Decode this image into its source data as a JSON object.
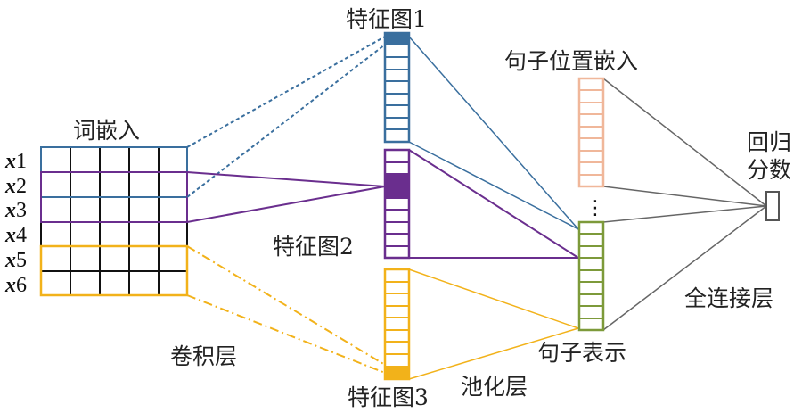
{
  "labels": {
    "word_embedding": "词嵌入",
    "feature_map_1": "特征图1",
    "feature_map_2": "特征图2",
    "feature_map_3": "特征图3",
    "sentence_position_embedding": "句子位置嵌入",
    "regression_score_line1": "回归",
    "regression_score_line2": "分数",
    "conv_layer": "卷积层",
    "pooling_layer": "池化层",
    "sentence_repr": "句子表示",
    "fc_layer": "全连接层",
    "ellipsis": "⋮"
  },
  "input_rows": [
    {
      "var": "x",
      "idx": "1"
    },
    {
      "var": "x",
      "idx": "2"
    },
    {
      "var": "x",
      "idx": "3"
    },
    {
      "var": "x",
      "idx": "4"
    },
    {
      "var": "x",
      "idx": "5"
    },
    {
      "var": "x",
      "idx": "6"
    }
  ],
  "colors": {
    "feature_map_1": "#3a6f9e",
    "feature_map_2": "#6a2e8e",
    "feature_map_3": "#f2b21a",
    "position_embedding": "#f0b79a",
    "sentence_repr": "#7d9a3a",
    "output": "#555555",
    "grid": "#111111",
    "fc_lines": "#666666"
  }
}
